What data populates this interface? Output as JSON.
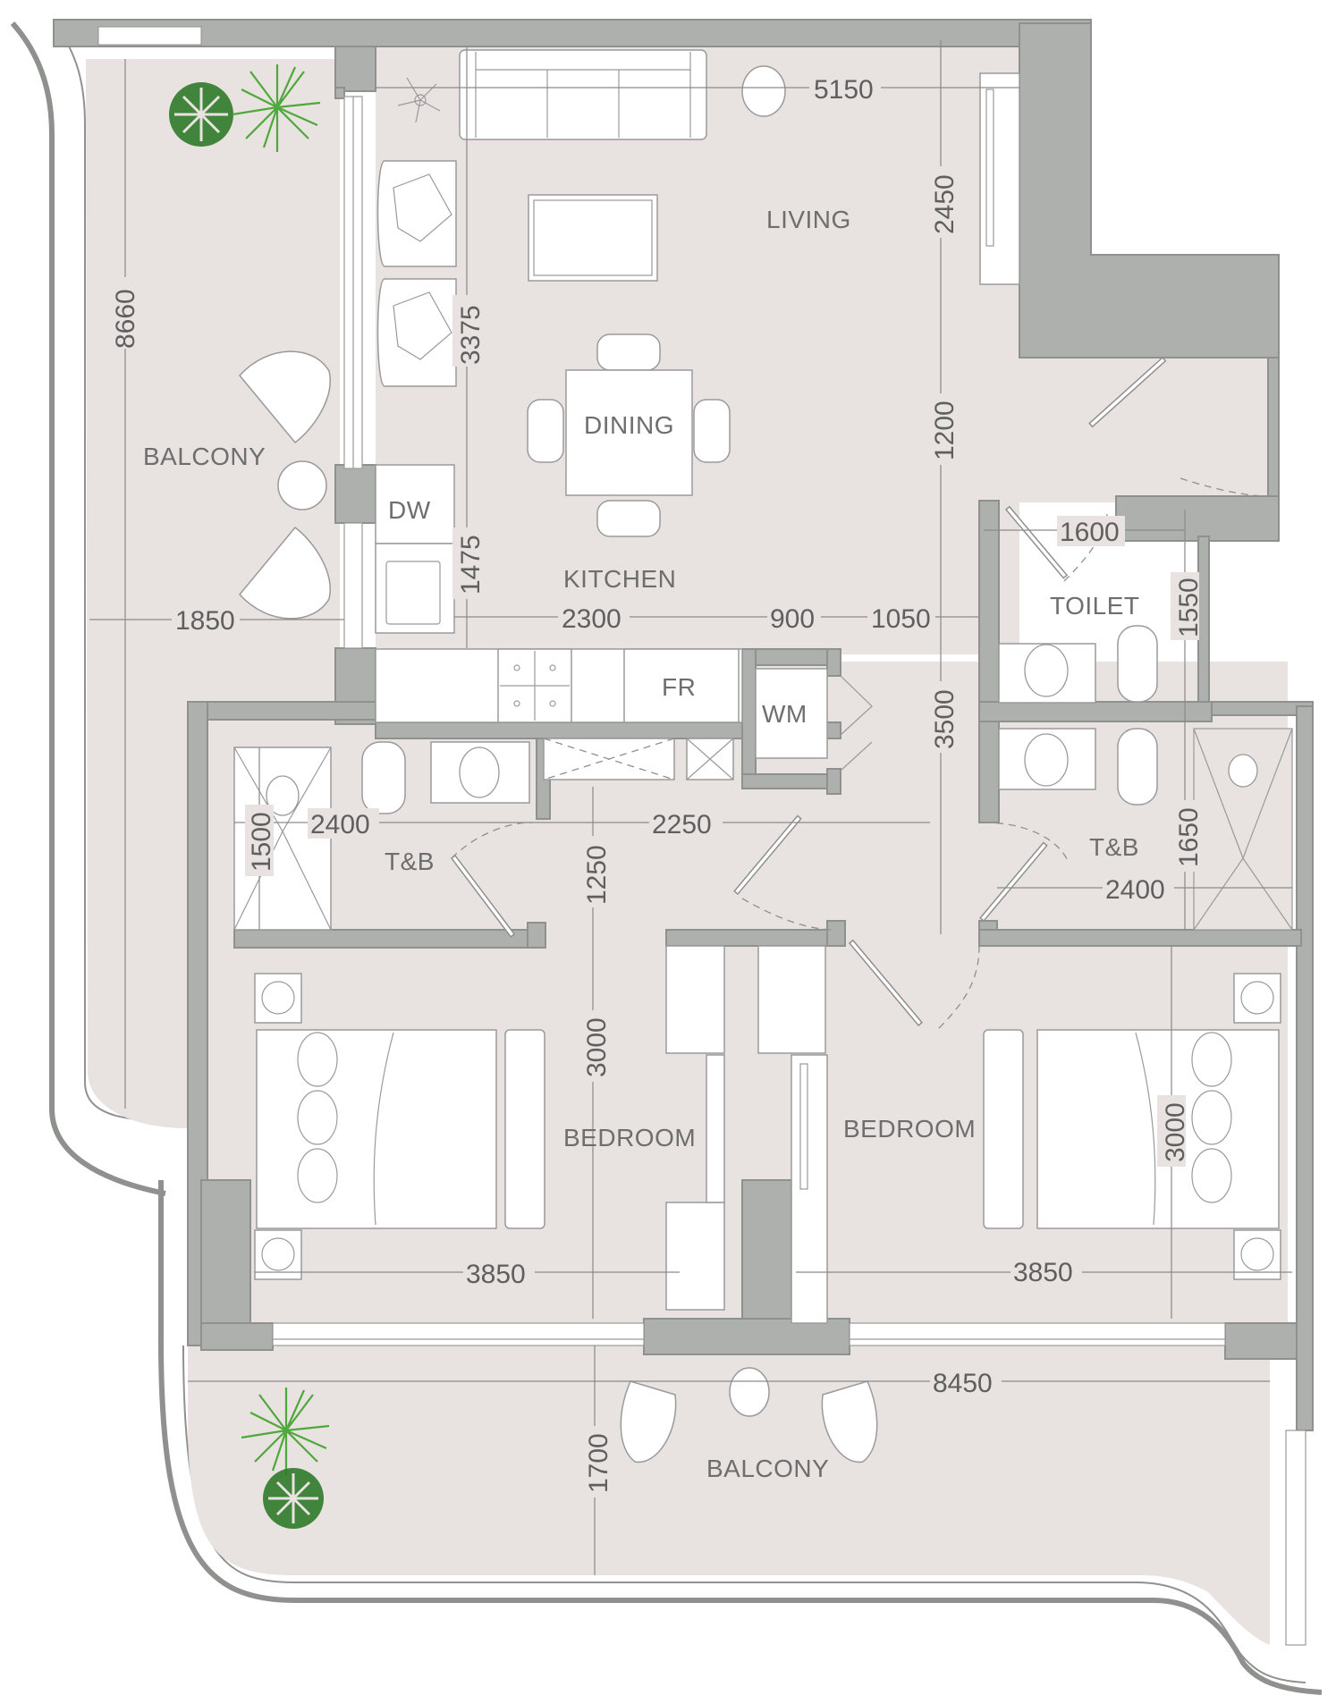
{
  "plan": {
    "type": "apartment-floor-plan",
    "units": "mm",
    "colors": {
      "wall": "#aeb0ae",
      "floor": "#e8e2e0",
      "furniture": "#ffffff",
      "text": "#6e6e6e",
      "plant_dark": "#2f7a2a",
      "plant_light": "#4ea83a"
    }
  },
  "rooms": {
    "living": "LIVING",
    "dining": "DINING",
    "kitchen": "KITCHEN",
    "toilet": "TOILET",
    "tb_left": "T&B",
    "tb_right": "T&B",
    "bedroom_left": "BEDROOM",
    "bedroom_right": "BEDROOM",
    "balcony_left": "BALCONY",
    "balcony_bottom": "BALCONY"
  },
  "appliances": {
    "dishwasher": "DW",
    "fridge": "FR",
    "washing_machine": "WM"
  },
  "dimensions": {
    "living_width": "5150",
    "living_depth": "2450",
    "living_seating_depth": "3375",
    "hall_depth_1200": "1200",
    "balcony_left_length": "8660",
    "balcony_left_width": "1850",
    "kitchen_depth": "1475",
    "kitchen_width": "2300",
    "kitchen_900": "900",
    "kitchen_1050": "1050",
    "toilet_width": "1600",
    "toilet_depth": "1550",
    "corridor_depth": "3500",
    "tb_left_width": "2400",
    "tb_left_depth": "1500",
    "corridor_width": "2250",
    "corridor_1250": "1250",
    "tb_right_depth": "1650",
    "tb_right_width": "2400",
    "bedroom_left_depth": "3000",
    "bedroom_left_width": "3850",
    "bedroom_right_depth": "3000",
    "bedroom_right_width": "3850",
    "balcony_bottom_width": "8450",
    "balcony_bottom_depth": "1700"
  }
}
